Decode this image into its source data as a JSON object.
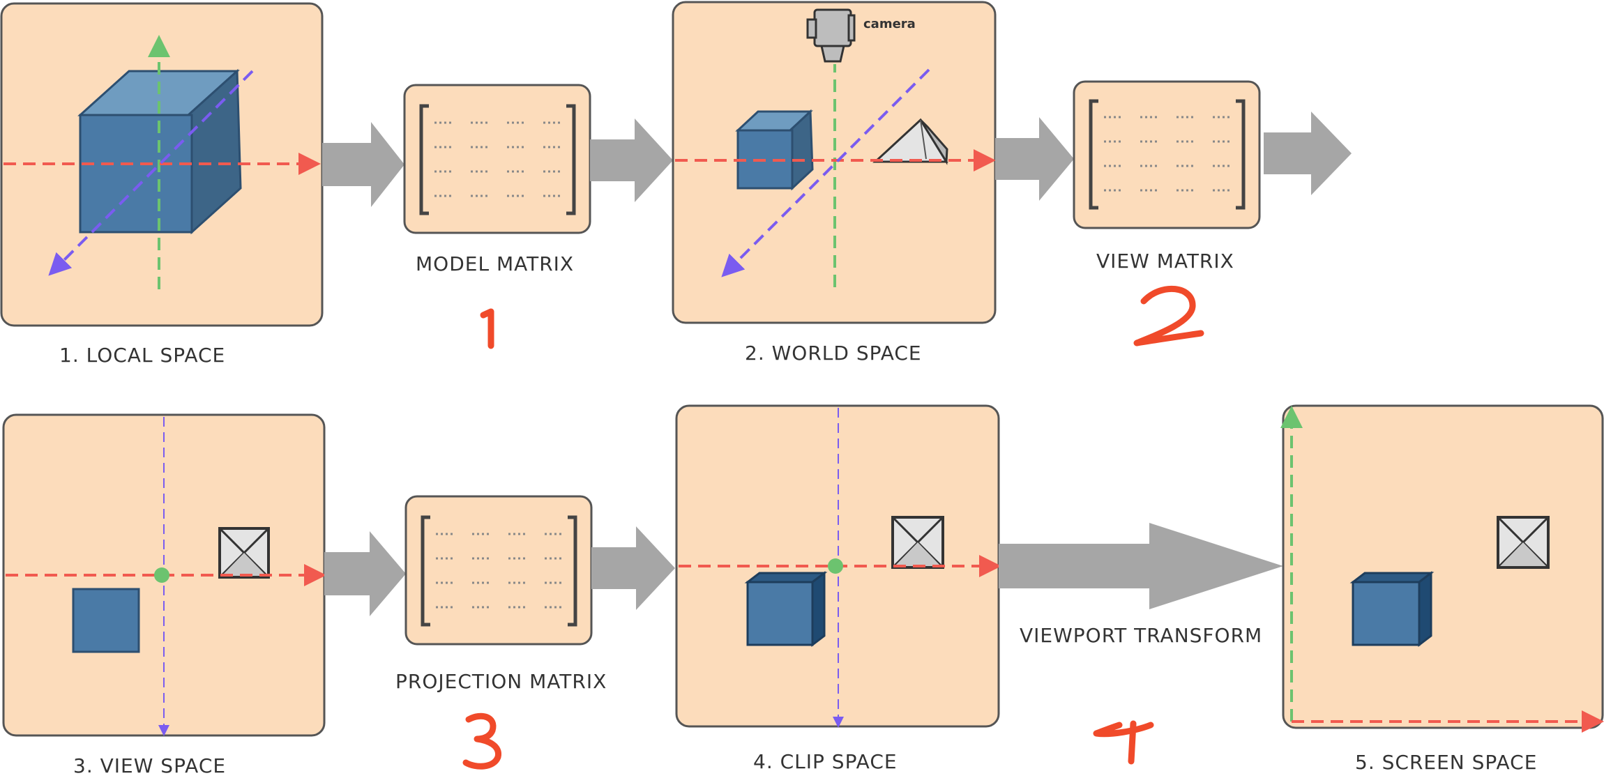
{
  "labels": {
    "local_space": "1. LOCAL SPACE",
    "model_matrix": "MODEL MATRIX",
    "world_space": "2. WORLD SPACE",
    "view_matrix": "VIEW MATRIX",
    "view_space": "3. VIEW SPACE",
    "projection_matrix": "PROJECTION MATRIX",
    "clip_space": "4. CLIP SPACE",
    "viewport_transform": "VIEWPORT TRANSFORM",
    "screen_space": "5. SCREEN SPACE",
    "camera": "camera"
  },
  "handwritten_step_numbers": [
    "1",
    "2",
    "3",
    "4"
  ],
  "colors": {
    "panel_fill": "#fcdcbb",
    "x_axis": "#f15a4f",
    "y_axis": "#6cc36f",
    "z_axis": "#7a5cf0",
    "cube": "#4a7aa6",
    "arrow": "#a6a6a6",
    "handwriting": "#f04a2a"
  },
  "icons": [
    "cube-icon",
    "pyramid-icon",
    "camera-icon",
    "crossed-box-icon"
  ]
}
